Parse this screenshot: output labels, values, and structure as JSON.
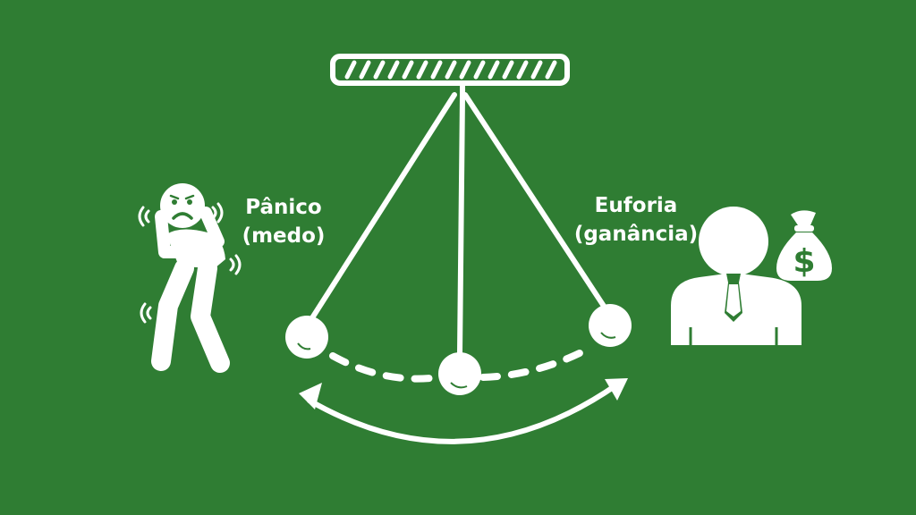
{
  "labels": {
    "panic_line1": "Pânico",
    "panic_line2": "(medo)",
    "euphoria_line1": "Euforia",
    "euphoria_line2": "(ganância)"
  },
  "icons": {
    "scared_person": "scared-person-icon",
    "business_person": "businessman-icon",
    "money_bag": "money-bag-icon",
    "money_bag_symbol": "$"
  },
  "colors": {
    "background": "#2f7d33",
    "foreground": "#ffffff"
  }
}
